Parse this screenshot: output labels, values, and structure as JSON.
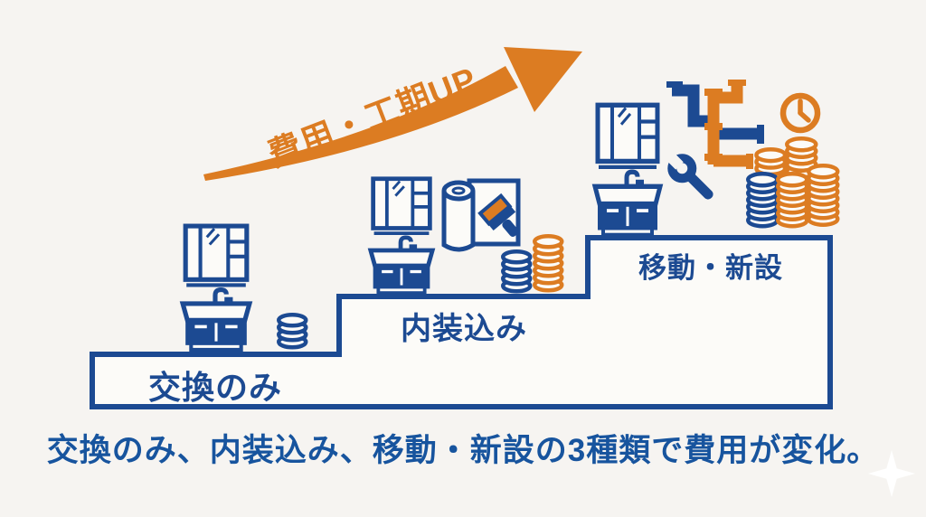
{
  "colors": {
    "blue": "#1c4a92",
    "orange": "#dc7c22",
    "background": "#f6f4f1",
    "surface": "#fcfbf8",
    "text_blue": "#17549e"
  },
  "arrow": {
    "label": "費用・工期UP"
  },
  "steps": [
    {
      "id": "replace-only",
      "label": "交換のみ",
      "cost_level": 1,
      "icons": [
        "vanity-icon",
        "coin-stack-icon"
      ]
    },
    {
      "id": "with-interior",
      "label": "内装込み",
      "cost_level": 2,
      "icons": [
        "vanity-icon",
        "wallpaper-roll-icon",
        "paint-brush-icon",
        "coin-stack-icon"
      ]
    },
    {
      "id": "move-new",
      "label": "移動・新設",
      "cost_level": 3,
      "icons": [
        "vanity-icon",
        "pipes-icon",
        "wrench-icon",
        "clock-icon",
        "coin-stack-icon"
      ]
    }
  ],
  "caption": "交換のみ、内装込み、移動・新設の3種類で費用が変化。"
}
